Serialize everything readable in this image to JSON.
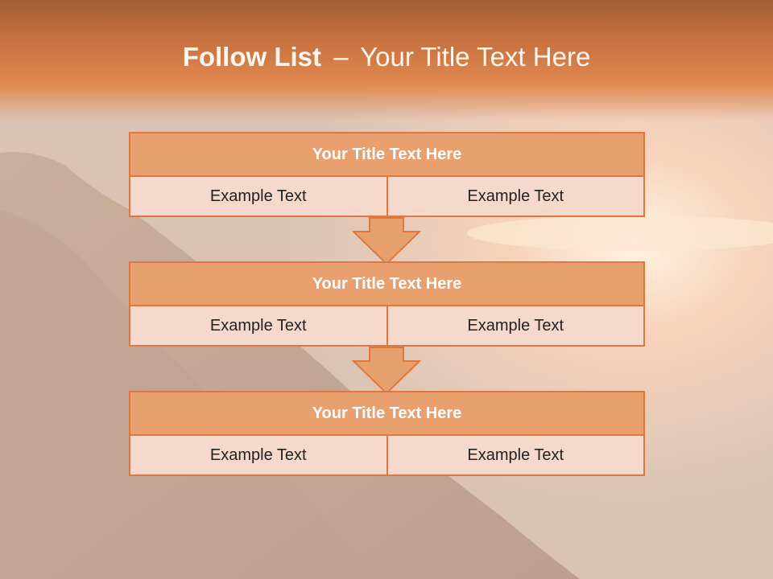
{
  "slide": {
    "title_bold": "Follow List",
    "title_separator": "–",
    "title_rest": "Your Title Text Here"
  },
  "rows": [
    {
      "title": "Your Title Text Here",
      "left": "Example Text",
      "right": "Example Text"
    },
    {
      "title": "Your Title Text Here",
      "left": "Example Text",
      "right": "Example Text"
    },
    {
      "title": "Your Title Text Here",
      "left": "Example Text",
      "right": "Example Text"
    }
  ],
  "colors": {
    "header": "#c46f3e",
    "box_title": "#e9a06f",
    "box_cell": "#f5d9cc",
    "border": "#e0783d"
  }
}
